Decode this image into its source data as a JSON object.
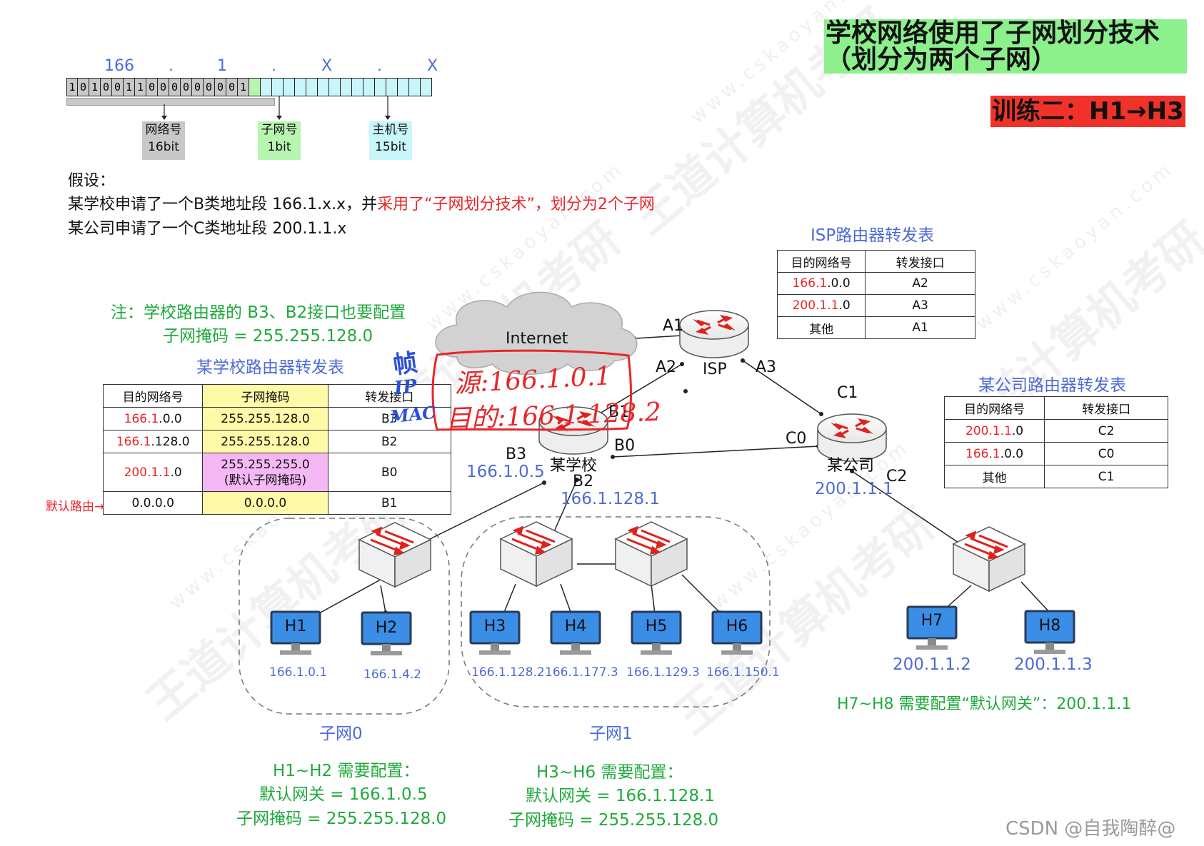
{
  "header": {
    "title_line1": "学校网络使用了子网划分技术",
    "title_line2": "（划分为两个子网）",
    "exercise": "训练二：H1→H3"
  },
  "ip_bits": {
    "octets": [
      "166",
      ".",
      "1",
      ".",
      "X",
      ".",
      "X"
    ],
    "bits_network": [
      "1",
      "0",
      "1",
      "0",
      "0",
      "1",
      "1",
      "0",
      "0",
      "0",
      "0",
      "0",
      "0",
      "0",
      "0",
      "1"
    ],
    "bits_subnet": [
      ""
    ],
    "bits_host": [
      "",
      "",
      "",
      "",
      "",
      "",
      "",
      "",
      "",
      "",
      "",
      "",
      "",
      "",
      ""
    ],
    "label_network": "网络号",
    "bits_network_count": "16bit",
    "label_subnet": "子网号",
    "bits_subnet_count": "1bit",
    "label_host": "主机号",
    "bits_host_count": "15bit"
  },
  "assumption": {
    "heading": "假设：",
    "line1_part1": "某学校申请了一个B类地址段 166.1.x.x，并",
    "line1_part2": "采用了“子网划分技术”，划分为2个子网",
    "line2": "某公司申请了一个C类地址段 200.1.1.x"
  },
  "note": {
    "line1": "注：学校路由器的 B3、B2接口也要配置",
    "line2": "子网掩码 = 255.255.128.0"
  },
  "school_table": {
    "title": "某学校路由器转发表",
    "headers": [
      "目的网络号",
      "子网掩码",
      "转发接口"
    ],
    "rows": [
      {
        "net_red": "166.1",
        "net_black": ".0.0",
        "mask": "255.255.128.0",
        "mask2": "",
        "iface": "B3"
      },
      {
        "net_red": "166.1",
        "net_black": ".128.0",
        "mask": "255.255.128.0",
        "mask2": "",
        "iface": "B2"
      },
      {
        "net_red": "200.1.1",
        "net_black": ".0",
        "mask": "255.255.255.0",
        "mask2": "(默认子网掩码)",
        "iface": "B0"
      },
      {
        "net_red": "",
        "net_black": "0.0.0.0",
        "mask": "0.0.0.0",
        "mask2": "",
        "iface": "B1"
      }
    ],
    "default_route_label": "默认路由→"
  },
  "isp_table": {
    "title": "ISP路由器转发表",
    "headers": [
      "目的网络号",
      "转发接口"
    ],
    "rows": [
      {
        "net_red": "166.1",
        "net_black": ".0.0",
        "iface": "A2"
      },
      {
        "net_red": "200.1.1",
        "net_black": ".0",
        "iface": "A3"
      },
      {
        "net_red": "",
        "net_black": "其他",
        "iface": "A1"
      }
    ]
  },
  "company_table": {
    "title": "某公司路由器转发表",
    "headers": [
      "目的网络号",
      "转发接口"
    ],
    "rows": [
      {
        "net_red": "200.1.1",
        "net_black": ".0",
        "iface": "C2"
      },
      {
        "net_red": "166.1",
        "net_black": ".0.0",
        "iface": "C0"
      },
      {
        "net_red": "",
        "net_black": "其他",
        "iface": "C1"
      }
    ]
  },
  "network": {
    "internet": "Internet",
    "isp": "ISP",
    "school": "某学校",
    "company": "某公司",
    "ports": {
      "A1": "A1",
      "A2": "A2",
      "A3": "A3",
      "B0": "B0",
      "B1": "B1",
      "B2": "B2",
      "B3": "B3",
      "C0": "C0",
      "C1": "C1",
      "C2": "C2"
    },
    "ip_b3": "166.1.0.5",
    "ip_b2": "166.1.128.1",
    "ip_c2": "200.1.1.1"
  },
  "hosts": [
    {
      "name": "H1",
      "ip": "166.1.0.1"
    },
    {
      "name": "H2",
      "ip": "166.1.4.2"
    },
    {
      "name": "H3",
      "ip": "166.1.128.2"
    },
    {
      "name": "H4",
      "ip": "166.1.177.3"
    },
    {
      "name": "H5",
      "ip": "166.1.129.3"
    },
    {
      "name": "H6",
      "ip": "166.1.150.1"
    },
    {
      "name": "H7",
      "ip": "200.1.1.2"
    },
    {
      "name": "H8",
      "ip": "200.1.1.3"
    }
  ],
  "subnets": {
    "subnet0": "子网0",
    "subnet1": "子网1"
  },
  "config": {
    "h12_title": "H1~H2 需要配置：",
    "h12_gateway": "默认网关 = 166.1.0.5",
    "h12_mask": "子网掩码 = 255.255.128.0",
    "h36_title": "H3~H6 需要配置：",
    "h36_gateway": "默认网关 = 166.1.128.1",
    "h36_mask": "子网掩码 = 255.255.128.0",
    "h78": "H7~H8 需要配置“默认网关”：200.1.1.1"
  },
  "handwriting": {
    "left1": "帧",
    "left2": "IP",
    "left3": "MAC",
    "src": "源:166.1.0.1",
    "dst": "目的:166.1.128.2"
  },
  "watermark": {
    "brand": "王道计算机考研",
    "site": "www.cskaoyan.com"
  },
  "footer": "CSDN @自我陶醉@",
  "colors": {
    "accent_blue": "#4d6bd6",
    "accent_green": "#1faa3c",
    "accent_red": "#e8262a",
    "title_bg": "#8cf08c",
    "exercise_bg": "#f0322a"
  }
}
